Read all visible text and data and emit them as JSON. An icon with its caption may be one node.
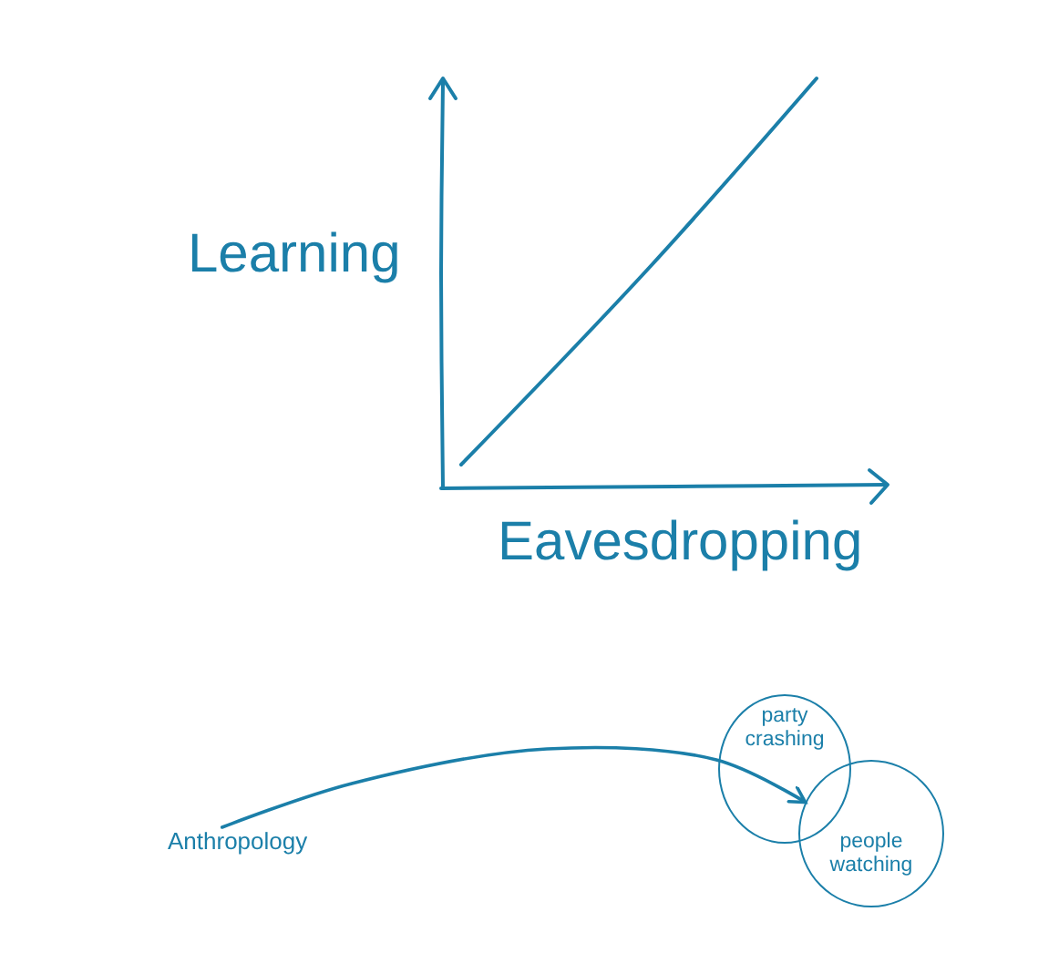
{
  "diagram": {
    "nodes": [
      {
        "text": [
          "Anthropology"
        ]
      },
      {
        "text": [
          "party crashing"
        ]
      },
      {
        "text": [
          "people watching"
        ]
      }
    ],
    "edges": [
      {
        "from": 0,
        "to": 1,
        "arrow": "to"
      },
      {
        "from": 0,
        "to": 2,
        "arrow": "to"
      }
    ],
    "labels": [
      "Learning",
      "Eavesdropping"
    ]
  }
}
